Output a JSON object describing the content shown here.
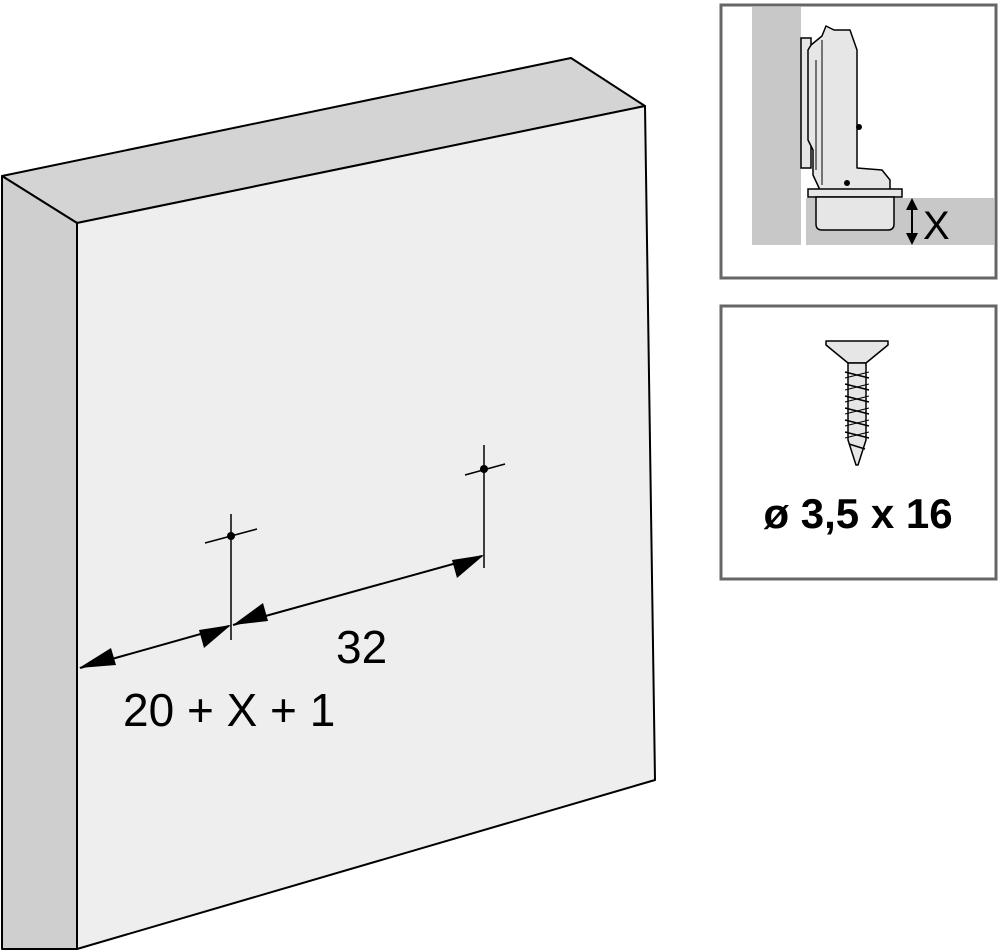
{
  "drawing": {
    "dimension_spacing": "32",
    "dimension_edge": "20 + X + 1",
    "overlay_label": "X",
    "screw_spec": "ø 3,5 x 16"
  },
  "colors": {
    "panel_front": "#eeeeee",
    "panel_side": "#cfcfcf",
    "panel_top": "#d4d4d4",
    "cabinet_wall": "#c8c8c8",
    "hinge_body": "#e6e6e6",
    "frame_border": "#666666",
    "line": "#000000"
  }
}
